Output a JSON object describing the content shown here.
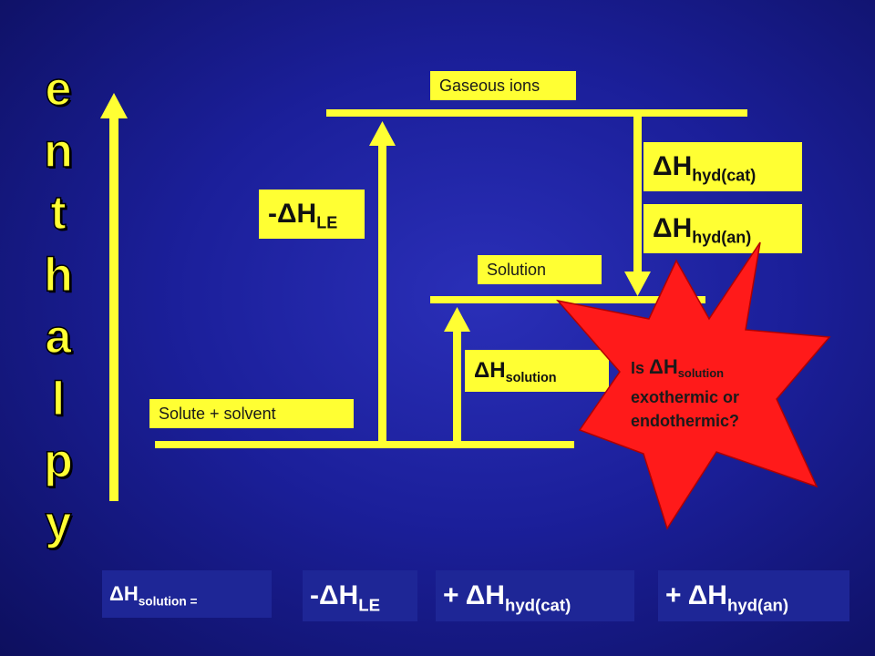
{
  "enthalpy_letters": [
    "e",
    "n",
    "t",
    "h",
    "a",
    "l",
    "p",
    "y"
  ],
  "levels": {
    "gaseous_ions": "Gaseous ions",
    "solution": "Solution",
    "solute_solvent": "Solute + solvent"
  },
  "labels": {
    "lattice": {
      "main": "-ΔH",
      "sub": "LE"
    },
    "hyd_cat": {
      "main": "ΔH",
      "sub": "hyd(cat)"
    },
    "hyd_an": {
      "main": "ΔH",
      "sub": "hyd(an)"
    },
    "solution": {
      "main": "ΔH",
      "sub": "solution"
    }
  },
  "starburst": {
    "line1_prefix": "Is ",
    "line1_main": "ΔH",
    "line1_sub": "solution",
    "line2": "exothermic or",
    "line3": "endothermic?"
  },
  "equation": {
    "lhs_main": "ΔH",
    "lhs_sub": "solution =",
    "t1_main": "-ΔH",
    "t1_sub": "LE",
    "t2_main": "+ ΔH",
    "t2_sub": "hyd(cat)",
    "t3_main": "+ ΔH",
    "t3_sub": "hyd(an)"
  },
  "colors": {
    "background": "#1b1f9a",
    "accent_yellow": "#ffff33",
    "starburst_red": "#ff1a1a"
  }
}
